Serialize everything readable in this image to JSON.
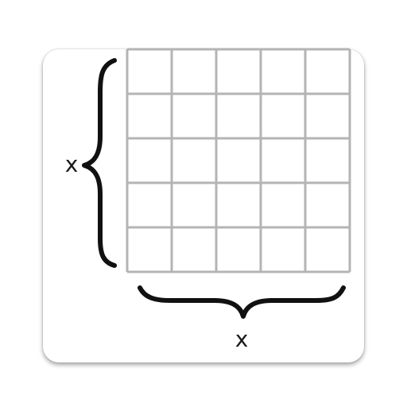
{
  "grid": {
    "rows": 5,
    "cols": 5
  },
  "labels": {
    "vertical": "x",
    "horizontal": "x"
  },
  "colors": {
    "grid_line": "#b4b4b4",
    "brace": "#111111",
    "label": "#1a1a1a"
  }
}
